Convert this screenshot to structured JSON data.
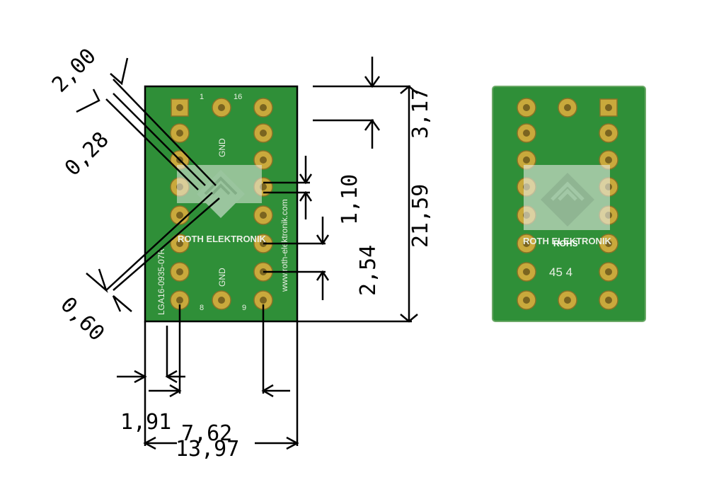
{
  "drawing": {
    "dimensions": {
      "pin_spacing_vertical": "2,54",
      "edge_offset": "1,91",
      "row_spacing": "7,62",
      "board_width": "13,97",
      "board_height": "21,59",
      "top_margin": "3,17",
      "pad_size": "1,10",
      "trace_width": "0,28",
      "pad_pitch_diag": "2,00",
      "pad_diag_small": "0,60"
    }
  },
  "board_front": {
    "silkscreen_part": "LGA16-0935-07R",
    "pin1_label": "1",
    "pin16_label": "16",
    "pin8_label": "8",
    "pin9_label": "9",
    "gnd_top": "GND",
    "gnd_bottom": "GND",
    "website": "www.roth-elektronik.com",
    "brand": "ROTH ELEKTRONIK"
  },
  "board_back": {
    "brand": "ROTH ELEKTRONIK",
    "rohs": "ROHS",
    "code": "45 4"
  },
  "colors": {
    "pcb_green": "#2f8f38",
    "pcb_edge": "#267a2e",
    "pad_gold": "#c9a93c",
    "pad_hole": "#7a6420",
    "line": "#000000"
  }
}
